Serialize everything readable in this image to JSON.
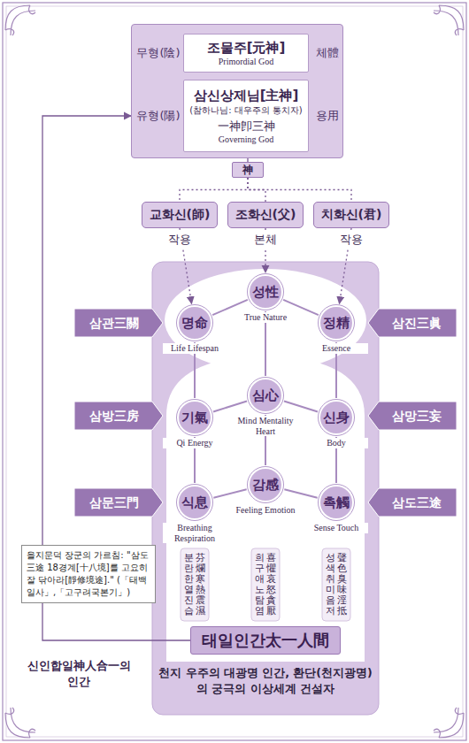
{
  "diagram": {
    "nodes": [
      {
        "text": [
          "무형(陰)",
          "체體",
          "유형(陽)",
          "용用"
        ]
      },
      {
        "text": [
          "조물주[元神]",
          "Primordial God"
        ],
        "in": 0
      },
      {
        "text": [
          "삼신상제님[主神]",
          "(참하나님: 대우주의 통치자)",
          "一神卽三神",
          "Governing God"
        ],
        "in": 0
      },
      {
        "text": [
          "神"
        ]
      },
      {
        "text": [
          "교화신(師)"
        ]
      },
      {
        "text": [
          "조화신(父)"
        ]
      },
      {
        "text": [
          "치화신(君)"
        ]
      },
      {
        "text": [
          "성性",
          "True Nature"
        ]
      },
      {
        "text": [
          "명命",
          "Life Lifespan"
        ]
      },
      {
        "text": [
          "정精",
          "Essence"
        ]
      },
      {
        "text": [
          "기氣",
          "Qi Energy"
        ]
      },
      {
        "text": [
          "심心",
          "Mind Mentality Heart"
        ]
      },
      {
        "text": [
          "신身",
          "Body"
        ]
      },
      {
        "text": [
          "식息",
          "Breathing Respiration"
        ]
      },
      {
        "text": [
          "감感",
          "Feeling Emotion"
        ]
      },
      {
        "text": [
          "촉觸",
          "Sense Touch"
        ]
      },
      {
        "text": [
          "삼관三關"
        ]
      },
      {
        "text": [
          "삼진三眞"
        ]
      },
      {
        "text": [
          "삼방三房"
        ]
      },
      {
        "text": [
          "삼망三妄"
        ]
      },
      {
        "text": [
          "삼문三門"
        ]
      },
      {
        "text": [
          "삼도三途"
        ]
      },
      {
        "text": [
          "을지문덕 장군의 가르침: \"삼도三途 18경계[十八境]를 고요히 잘 닦아라[靜修境途].\" (「태백일사」,「고구려국본기」)"
        ]
      },
      {
        "text": [
          "태일인간太一人間"
        ]
      }
    ],
    "edges": [
      {
        "from": 0,
        "to": 3,
        "arrow": "none"
      },
      {
        "from": 3,
        "to": 4,
        "arrow": "none"
      },
      {
        "from": 3,
        "to": 5,
        "arrow": "none"
      },
      {
        "from": 3,
        "to": 6,
        "arrow": "none"
      },
      {
        "from": 4,
        "to": 8,
        "arrow": "to"
      },
      {
        "from": 5,
        "to": 7,
        "arrow": "to"
      },
      {
        "from": 6,
        "to": 9,
        "arrow": "to"
      },
      {
        "from": 8,
        "to": 7,
        "arrow": "none"
      },
      {
        "from": 7,
        "to": 9,
        "arrow": "none"
      },
      {
        "from": 7,
        "to": 11,
        "arrow": "none"
      },
      {
        "from": 8,
        "to": 10,
        "arrow": "none"
      },
      {
        "from": 9,
        "to": 12,
        "arrow": "none"
      },
      {
        "from": 10,
        "to": 11,
        "arrow": "none"
      },
      {
        "from": 11,
        "to": 12,
        "arrow": "none"
      },
      {
        "from": 11,
        "to": 14,
        "arrow": "none"
      },
      {
        "from": 10,
        "to": 13,
        "arrow": "none"
      },
      {
        "from": 12,
        "to": 15,
        "arrow": "none"
      },
      {
        "from": 13,
        "to": 14,
        "arrow": "none"
      },
      {
        "from": 14,
        "to": 15,
        "arrow": "none"
      },
      {
        "from": 23,
        "to": 0,
        "arrow": "to"
      }
    ],
    "labels": [
      "작용",
      "본체",
      "작용",
      "분란한열진습",
      "芬爛寒熱震濕",
      "희구애노탐염",
      "喜懼哀怒貪厭",
      "성색취미음저",
      "聲色臭味淫抵",
      "신인합일神人合一의 인간",
      "천지 우주의 대광명 인간, 환단(천지광명)의 궁극의 이상세계 건설자"
    ]
  }
}
